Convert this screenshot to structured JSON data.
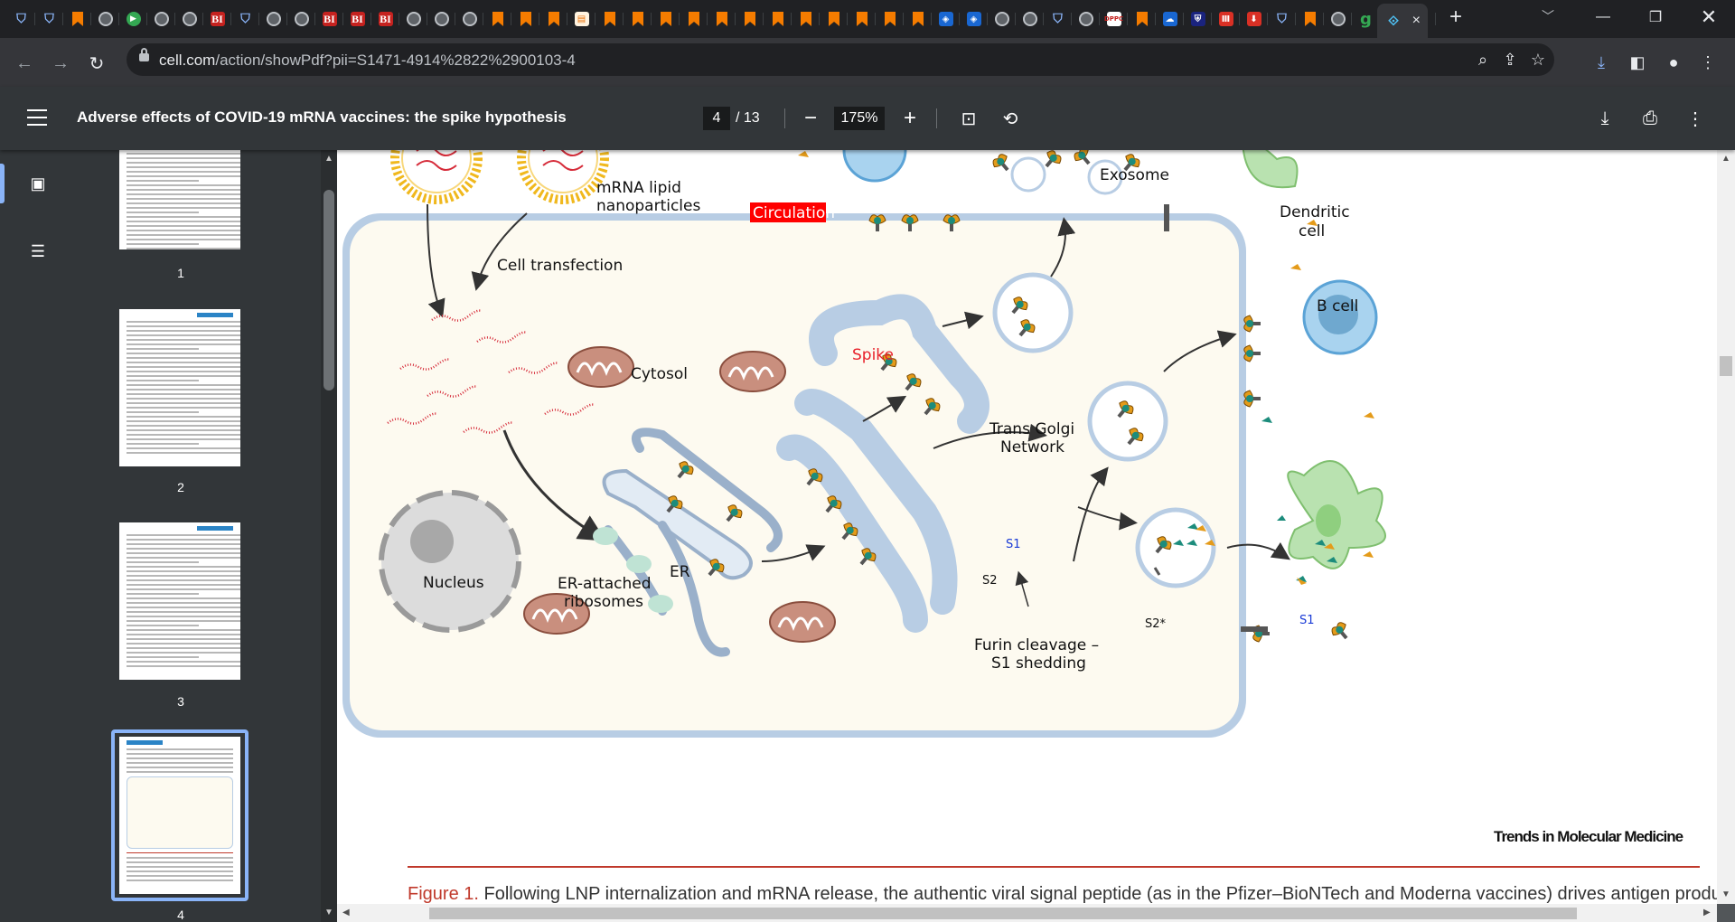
{
  "browser": {
    "tab_favicons": [
      "shield-icon",
      "shield-icon",
      "bookmark-icon",
      "globe-icon",
      "play-icon",
      "globe-icon",
      "globe-icon",
      "bi-icon",
      "shield-icon",
      "globe-icon",
      "globe-icon",
      "bi-icon",
      "bi-icon",
      "bi-icon",
      "globe-icon",
      "globe-icon",
      "globe-icon",
      "bookmark-icon",
      "bookmark-icon",
      "bookmark-icon",
      "document-icon",
      "bookmark-icon",
      "bookmark-icon",
      "bookmark-icon",
      "bookmark-icon",
      "bookmark-icon",
      "bookmark-icon",
      "bookmark-icon",
      "bookmark-icon",
      "bookmark-icon",
      "bookmark-icon",
      "bookmark-icon",
      "bookmark-icon",
      "cube-icon",
      "cube-icon",
      "globe-icon",
      "globe-icon",
      "shield-icon",
      "globe-icon",
      "dpc-icon",
      "bookmark-icon",
      "cloud-icon",
      "crest-icon",
      "library-icon",
      "download-icon",
      "shield-icon",
      "bookmark-icon",
      "globe-icon",
      "g-icon",
      "arrow-icon",
      "link-icon"
    ],
    "bi_label": "BI",
    "dpc_label": "DPPC",
    "g_label": "g",
    "active_tab_close": "×",
    "new_tab": "+",
    "url_host": "cell.com",
    "url_path": "/action/showPdf?pii=S1471-4914%2822%2900103-4"
  },
  "pdf": {
    "title": "Adverse effects of COVID-19 mRNA vaccines: the spike hypothesis",
    "page_current": "4",
    "page_total": "/ 13",
    "zoom": "175%",
    "thumbnails": [
      {
        "label": "1"
      },
      {
        "label": "2"
      },
      {
        "label": "3"
      },
      {
        "label": "4"
      }
    ]
  },
  "figure": {
    "labels": {
      "lnp": "mRNA lipid",
      "lnp2": "nanoparticles",
      "circulation": "Circulation",
      "exosome": "Exosome",
      "dendritic": "Dendritic",
      "dendritic2": "cell",
      "transfection": "Cell transfection",
      "bcell": "B cell",
      "spike": "Spike",
      "cytosol": "Cytosol",
      "golgi": "Trans Golgi",
      "golgi2": "Network",
      "nucleus": "Nucleus",
      "er_ribo": "ER-attached",
      "er_ribo2": "ribosomes",
      "er": "ER",
      "s1": "S1",
      "s2": "S2",
      "s2star": "S2*",
      "s1b": "S1",
      "furin": "Furin cleavage –",
      "furin2": "S1 shedding"
    },
    "credit": "Trends in Molecular Medicine",
    "caption_num": "Figure 1.",
    "caption_text": "Following LNP internalization and mRNA release, the authentic viral signal peptide (as in the Pfizer–BioNTech and Moderna vaccines) drives antigen production in"
  },
  "colors": {
    "accent": "#8ab4f8",
    "caption_red": "#c0392b",
    "spike_label": "#e8202a",
    "circulation_bg": "#ff0000",
    "s1_blue": "#1a3bd6"
  }
}
